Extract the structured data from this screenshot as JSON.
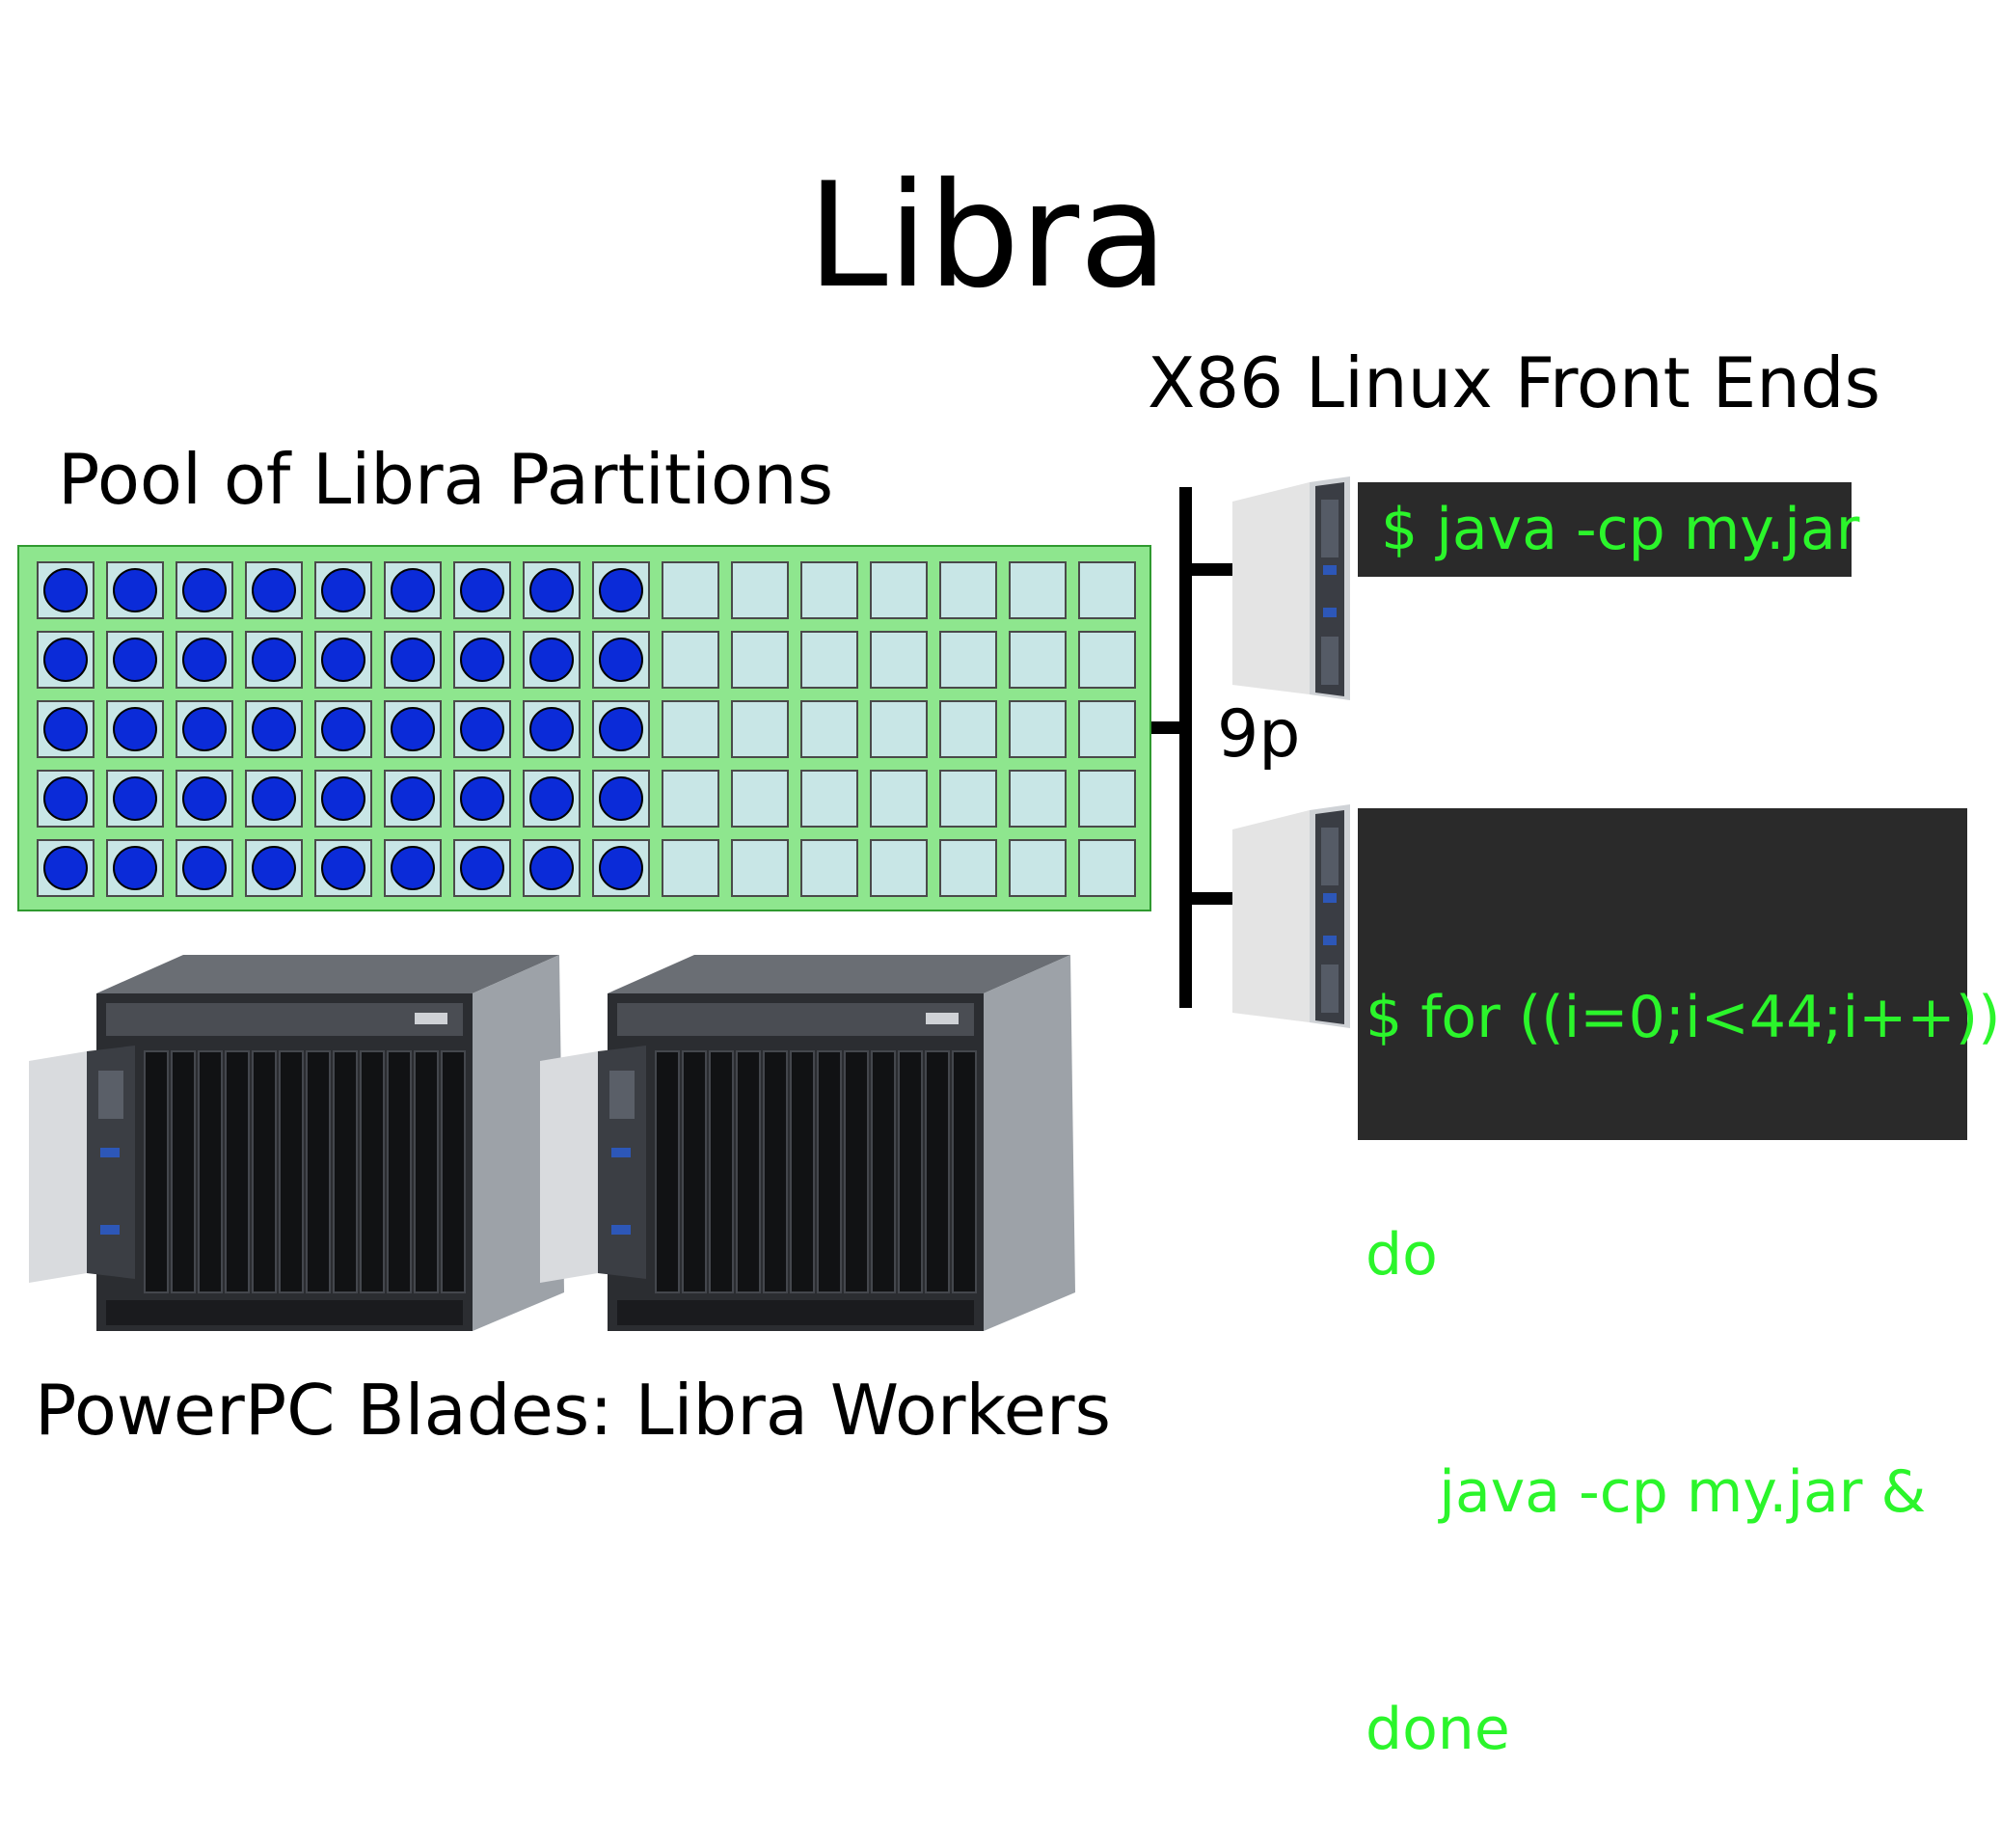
{
  "title": "Libra",
  "labels": {
    "frontends": "X86 Linux Front Ends",
    "pool": "Pool of Libra Partitions",
    "workers": "PowerPC Blades: Libra Workers",
    "protocol": "9p"
  },
  "pool": {
    "rows": 5,
    "cols": 16,
    "busy_cols": 9
  },
  "commands": {
    "single": "$ java -cp my.jar",
    "loop": [
      "$ for ((i=0;i<44;i++))",
      "do",
      "    java -cp my.jar &",
      "done"
    ]
  },
  "colors": {
    "pool_bg": "#8ee68e",
    "cell": "#c8e6e6",
    "busy_dot": "#0b2bd8",
    "terminal_bg": "#2a2a2a",
    "terminal_text": "#2bf52b"
  },
  "images": {
    "front_end_servers": "server-blade-icon",
    "worker_chassis": "blade-chassis-icon"
  }
}
